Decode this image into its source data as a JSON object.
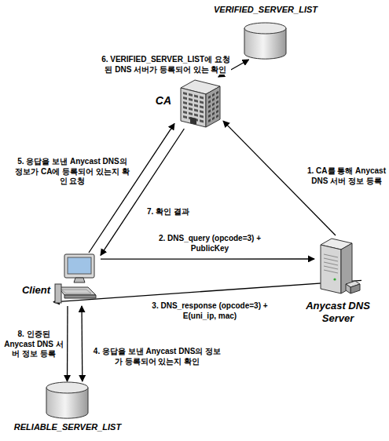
{
  "diagram": {
    "nodes": [
      {
        "text": [
          "VERIFIED_SERVER_LIST"
        ]
      },
      {
        "text": [
          "CA"
        ]
      },
      {
        "text": [
          "Client"
        ]
      },
      {
        "text": [
          "Anycast DNS Server"
        ]
      },
      {
        "text": [
          "RELIABLE_SERVER_LIST"
        ]
      }
    ],
    "edges": [
      {
        "from": 1,
        "to": 0,
        "arrow": "both",
        "label": "6. VERIFIED_SERVER_LIST에 요청된 DNS 서버가 등록되어 있는 확인"
      },
      {
        "from": 3,
        "to": 1,
        "arrow": "to",
        "label": "1. CA를 통해 Anycast DNS 서버 정보 등록"
      },
      {
        "from": 2,
        "to": 1,
        "arrow": "to",
        "label": "5. 응답을 보낸 Anycast DNS의 정보가 CA에 등록되어 있는지 확인 요청"
      },
      {
        "from": 1,
        "to": 2,
        "arrow": "to",
        "label": "7. 확인 결과"
      },
      {
        "from": 2,
        "to": 3,
        "arrow": "to",
        "label": "2. DNS_query (opcode=3) + PublicKey"
      },
      {
        "from": 3,
        "to": 2,
        "arrow": "to",
        "label": "3. DNS_response (opcode=3) + E(uni_ip, mac)"
      },
      {
        "from": 2,
        "to": 4,
        "arrow": "to",
        "label": "8. 인증된 Anycast DNS 서버 정보 등록"
      },
      {
        "from": 2,
        "to": 4,
        "arrow": "both",
        "label": "4. 응답을 보낸 Anycast DNS의 정보가 등록되어 있는지 확인"
      }
    ]
  }
}
